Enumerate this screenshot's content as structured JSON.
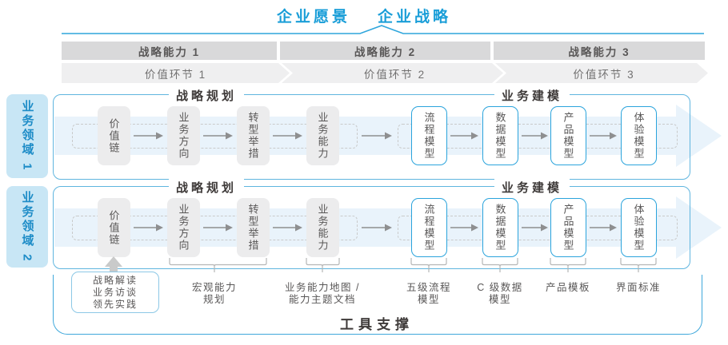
{
  "colors": {
    "accent_blue": "#1A9ED8",
    "panel_border": "#5FB5DF",
    "box_border_blue": "#2BA4DC",
    "band_blue": "#E9F3FB",
    "domain_bg": "#C8E6F5",
    "bar_gray": "#D9D9DA",
    "chevron_gray": "#EFEFF0",
    "box_gray": "#ECECED",
    "text_dark": "#3E3A39",
    "text_gray": "#595757"
  },
  "title": {
    "vision": "企业愿景",
    "strategy": "企业战略"
  },
  "capability_bars": [
    "战略能力 1",
    "战略能力 2",
    "战略能力 3"
  ],
  "value_links": [
    "价值环节 1",
    "价值环节 2",
    "价值环节 3"
  ],
  "domains": [
    "业务领域 1",
    "业务领域 2"
  ],
  "row": {
    "section_headers": [
      "战略规划",
      "业务建模"
    ],
    "gray_boxes": [
      "价值链",
      "业务方向",
      "转型举措",
      "业务能力"
    ],
    "blue_boxes": [
      "流程模型",
      "数据模型",
      "产品模型",
      "体验模型"
    ]
  },
  "annotations": {
    "practice_box_lines": [
      "战略解读",
      "业务访谈",
      "领先实践"
    ],
    "labels": [
      {
        "lines": [
          "宏观能力",
          "规划"
        ]
      },
      {
        "lines": [
          "业务能力地图 /",
          "能力主题文档"
        ]
      },
      {
        "lines": [
          "五级流程",
          "模型"
        ]
      },
      {
        "lines": [
          "C 级数据",
          "模型"
        ]
      },
      {
        "lines": [
          "产品模板"
        ]
      },
      {
        "lines": [
          "界面标准"
        ]
      }
    ]
  },
  "footer": {
    "tool_support": "工具支撑"
  }
}
